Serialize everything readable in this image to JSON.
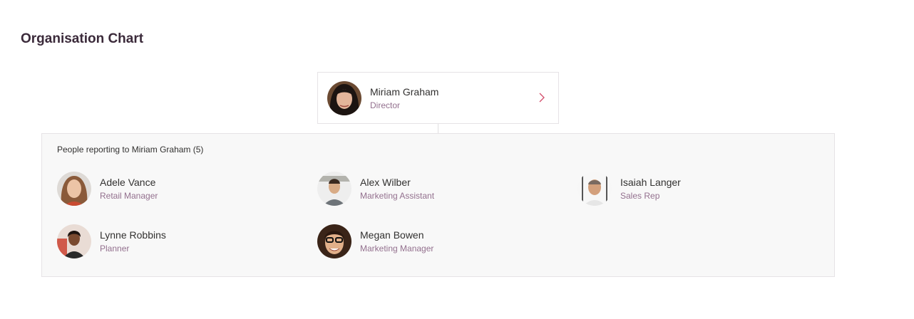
{
  "page": {
    "title": "Organisation Chart"
  },
  "manager": {
    "name": "Miriam Graham",
    "role": "Director"
  },
  "reports": {
    "heading": "People reporting to Miriam Graham (5)",
    "people": [
      {
        "name": "Adele Vance",
        "role": "Retail Manager"
      },
      {
        "name": "Alex Wilber",
        "role": "Marketing Assistant"
      },
      {
        "name": "Isaiah Langer",
        "role": "Sales Rep"
      },
      {
        "name": "Lynne Robbins",
        "role": "Planner"
      },
      {
        "name": "Megan Bowen",
        "role": "Marketing Manager"
      }
    ]
  },
  "colors": {
    "title": "#3b2a3a",
    "role_text": "#93708e",
    "chevron": "#d24a68",
    "panel_bg": "#f8f8f8",
    "border": "#e6e3e6"
  }
}
